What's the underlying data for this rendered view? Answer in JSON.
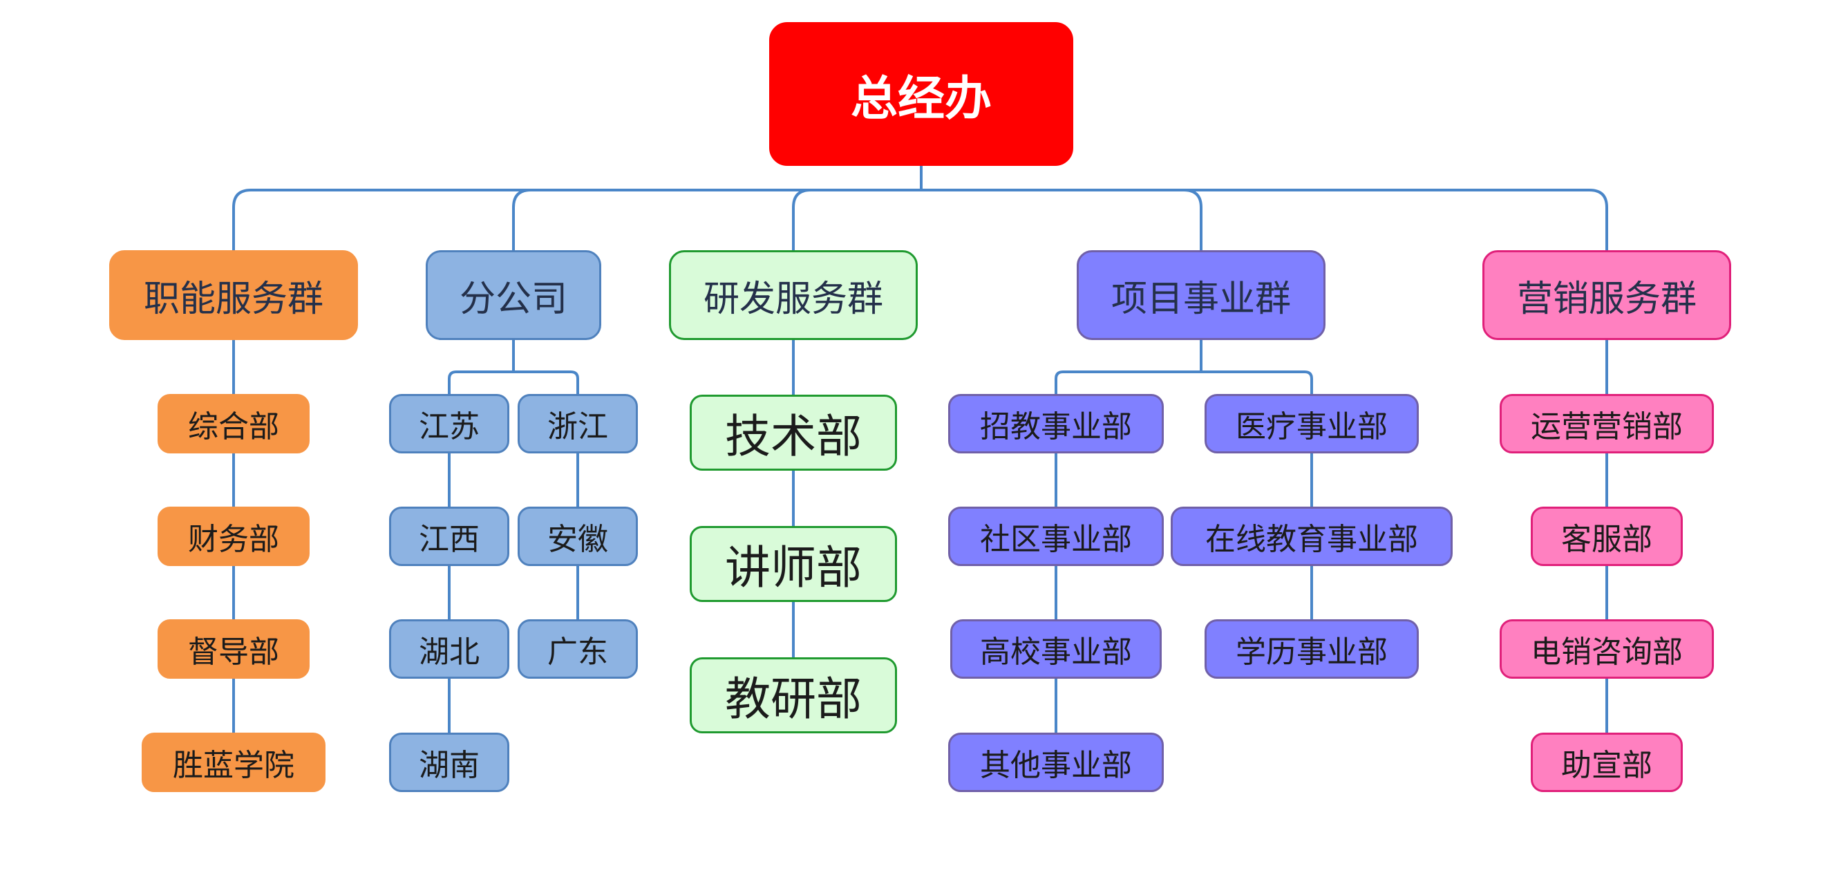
{
  "root": {
    "label": "总经办"
  },
  "groups": {
    "functional": {
      "label": "职能服务群",
      "items": [
        "综合部",
        "财务部",
        "督导部",
        "胜蓝学院"
      ]
    },
    "branch": {
      "label": "分公司",
      "left_items": [
        "江苏",
        "江西",
        "湖北",
        "湖南"
      ],
      "right_items": [
        "浙江",
        "安徽",
        "广东"
      ]
    },
    "rnd": {
      "label": "研发服务群",
      "items": [
        "技术部",
        "讲师部",
        "教研部"
      ]
    },
    "project": {
      "label": "项目事业群",
      "left_items": [
        "招教事业部",
        "社区事业部",
        "高校事业部",
        "其他事业部"
      ],
      "right_items": [
        "医疗事业部",
        "在线教育事业部",
        "学历事业部"
      ]
    },
    "marketing": {
      "label": "营销服务群",
      "items": [
        "运营营销部",
        "客服部",
        "电销咨询部",
        "助宣部"
      ]
    }
  },
  "colors": {
    "line": "#4a86c8",
    "root": "#ff0000",
    "functional": "#f79646",
    "branch": "#8db3e2",
    "rnd": "#d9fbd9",
    "project": "#8080ff",
    "marketing": "#ff80c0"
  }
}
